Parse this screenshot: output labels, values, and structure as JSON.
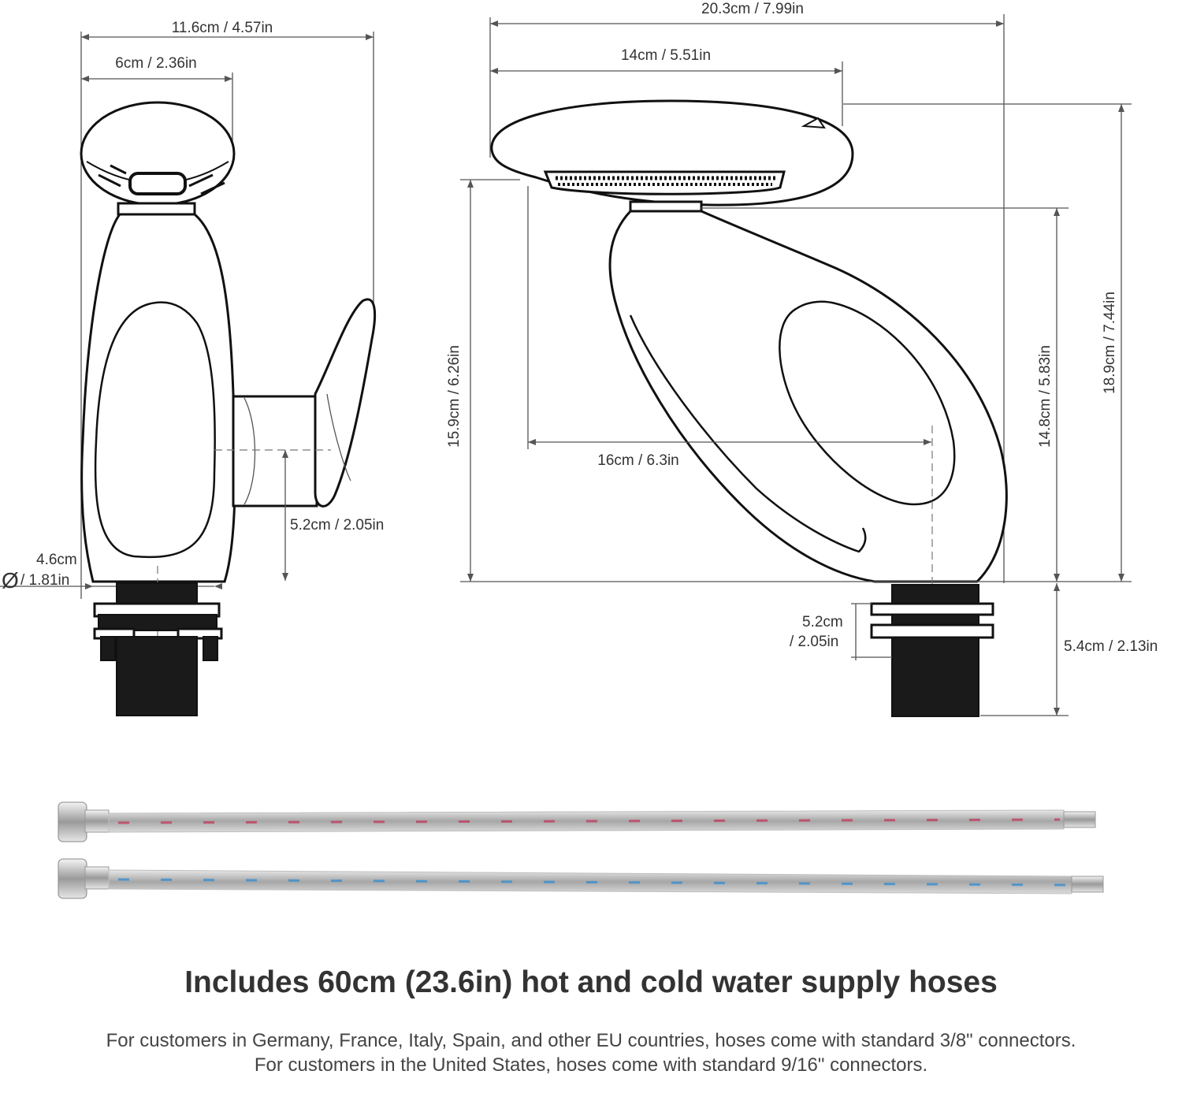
{
  "side_view": {
    "overall_width": "11.6cm / 4.57in",
    "top_width": "6cm / 2.36in",
    "handle_drop": "5.2cm / 2.05in",
    "base_diameter_symbol": "Ø",
    "base_diameter_cm": "4.6cm",
    "base_diameter_in": "/ 1.81in"
  },
  "front_view": {
    "overall_width": "20.3cm / 7.99in",
    "spout_width": "14cm / 5.51in",
    "reach": "16cm / 6.3in",
    "spout_height": "15.9cm / 6.26in",
    "body_height": "14.8cm / 5.83in",
    "overall_height": "18.9cm / 7.44in",
    "base_ring_cm": "5.2cm",
    "base_ring_in": "/ 2.05in",
    "shank_length": "5.4cm / 2.13in"
  },
  "hoses": {
    "hot_color": "#c04060",
    "cold_color": "#3b8fd0",
    "metal_color": "#b8b8b8"
  },
  "caption": {
    "headline": "Includes 60cm (23.6in) hot and cold water supply hoses",
    "note_eu": "For customers in Germany, France, Italy, Spain, and other EU countries, hoses come with standard 3/8\" connectors.",
    "note_us": "For customers in the United States, hoses come with standard 9/16\" connectors."
  }
}
